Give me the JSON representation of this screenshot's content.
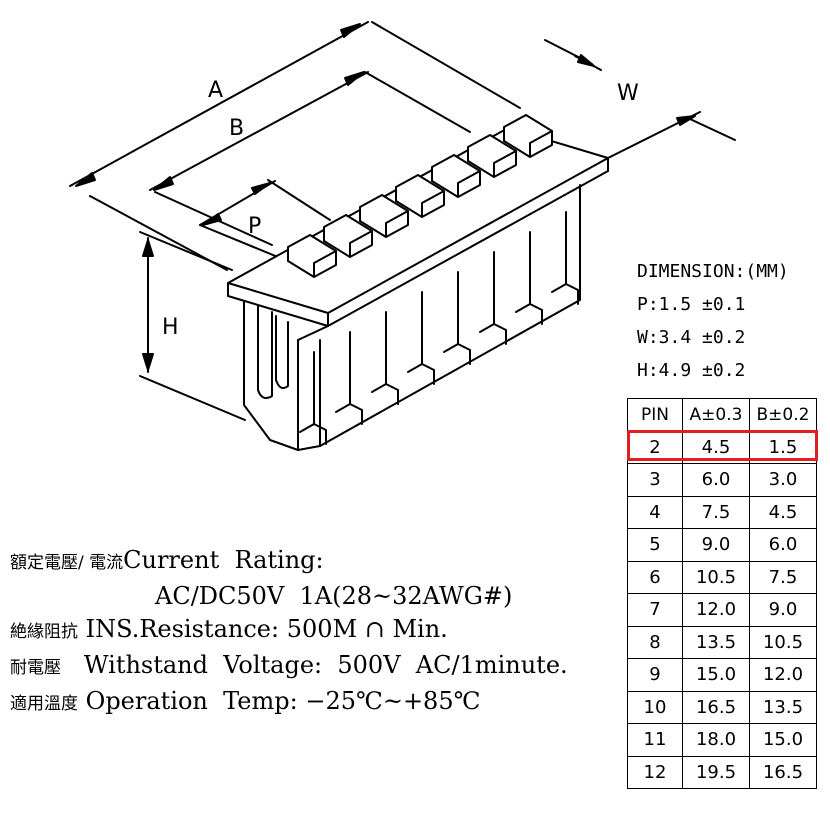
{
  "drawing": {
    "labels": {
      "a": "A",
      "b": "B",
      "p": "P",
      "w": "W",
      "h": "H"
    }
  },
  "dimensions": {
    "title": "DIMENSION:(MM)",
    "p": "P:1.5 ±0.1",
    "w": "W:3.4 ±0.2",
    "h": "H:4.9 ±0.2"
  },
  "pin_table": {
    "headers": [
      "PIN",
      "A±0.3",
      "B±0.2"
    ],
    "rows": [
      [
        "2",
        "4.5",
        "1.5"
      ],
      [
        "3",
        "6.0",
        "3.0"
      ],
      [
        "4",
        "7.5",
        "4.5"
      ],
      [
        "5",
        "9.0",
        "6.0"
      ],
      [
        "6",
        "10.5",
        "7.5"
      ],
      [
        "7",
        "12.0",
        "9.0"
      ],
      [
        "8",
        "13.5",
        "10.5"
      ],
      [
        "9",
        "15.0",
        "12.0"
      ],
      [
        "10",
        "16.5",
        "13.5"
      ],
      [
        "11",
        "18.0",
        "15.0"
      ],
      [
        "12",
        "19.5",
        "16.5"
      ]
    ],
    "highlight_color": "#e02020"
  },
  "specs": {
    "current": {
      "cjk": "額定電壓/ 電流",
      "label": "Current  Rating:",
      "value": "AC/DC50V  1A(28~32AWG#)"
    },
    "resistance": {
      "cjk": "絶緣阻抗",
      "text": "INS.Resistance: 500M ∩ Min."
    },
    "voltage": {
      "cjk": "耐電壓",
      "text": "Withstand  Voltage:  500V  AC/1minute."
    },
    "temp": {
      "cjk": "適用溫度",
      "text": "Operation  Temp: −25℃~+85℃"
    }
  }
}
